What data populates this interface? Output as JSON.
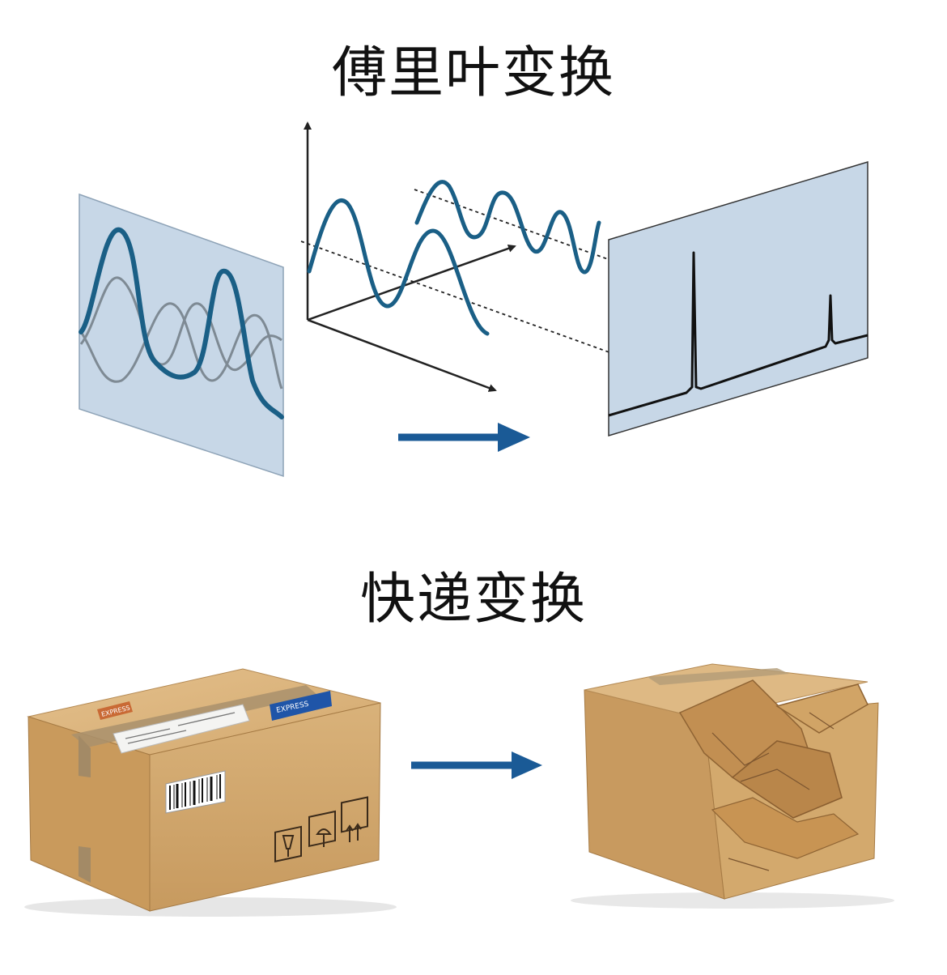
{
  "titles": {
    "fourier": "傅里叶变换",
    "express": "快递变换"
  },
  "colors": {
    "wave": "#1a5f86",
    "wave_grey": "#7e8a94",
    "panel": "#c6d6e6",
    "arrow": "#1a5a96",
    "cardboard": "#d2a76c",
    "tape": "#a9916c"
  },
  "labels": {
    "brand_tag": "EXPRESS",
    "blue_sticker": "EXPRESS"
  }
}
